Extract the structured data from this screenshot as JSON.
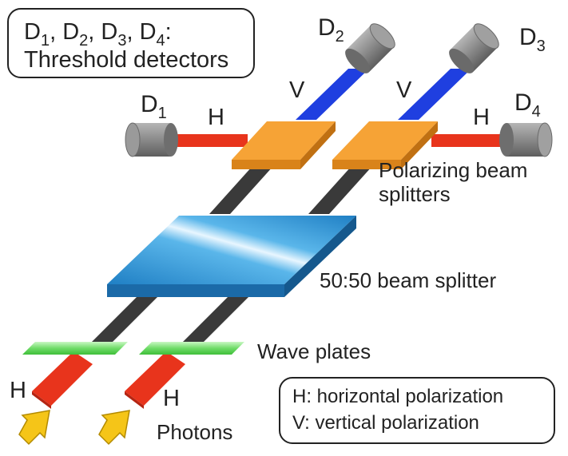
{
  "detectors_box": {
    "line1": {
      "parts": [
        {
          "t": "D"
        },
        {
          "s": "1"
        },
        {
          "t": ", D"
        },
        {
          "s": "2"
        },
        {
          "t": ", D"
        },
        {
          "s": "3"
        },
        {
          "t": ", D"
        },
        {
          "s": "4"
        },
        {
          "t": ":"
        }
      ]
    },
    "line2": "Threshold detectors"
  },
  "detectors": [
    {
      "letter": "D",
      "sub": "1"
    },
    {
      "letter": "D",
      "sub": "2"
    },
    {
      "letter": "D",
      "sub": "3"
    },
    {
      "letter": "D",
      "sub": "4"
    }
  ],
  "beam_labels": {
    "h_left_top": "H",
    "v_left_top": "V",
    "v_right_top": "V",
    "h_right_top": "H",
    "h_input_left": "H",
    "h_input_right": "H"
  },
  "components": {
    "pbs_label_line1": "Polarizing beam",
    "pbs_label_line2": "splitters",
    "bs_label": "50:50 beam splitter",
    "waveplates_label": "Wave plates",
    "photons_label": "Photons"
  },
  "legend": {
    "h_text": "H: horizontal polarization",
    "v_text": "V: vertical polarization"
  },
  "colors": {
    "h_beam": "#e8341c",
    "v_beam": "#1f3fe0",
    "unpolarized_beam": "#333333",
    "pbs": "#f6a336",
    "beam_splitter": "#2f96d8",
    "wave_plate": "#7de27a",
    "photon_arrow": "#f5c518",
    "detector": "#8c8c8c"
  },
  "icons": [
    "detector-icon",
    "photon-arrow-icon"
  ]
}
